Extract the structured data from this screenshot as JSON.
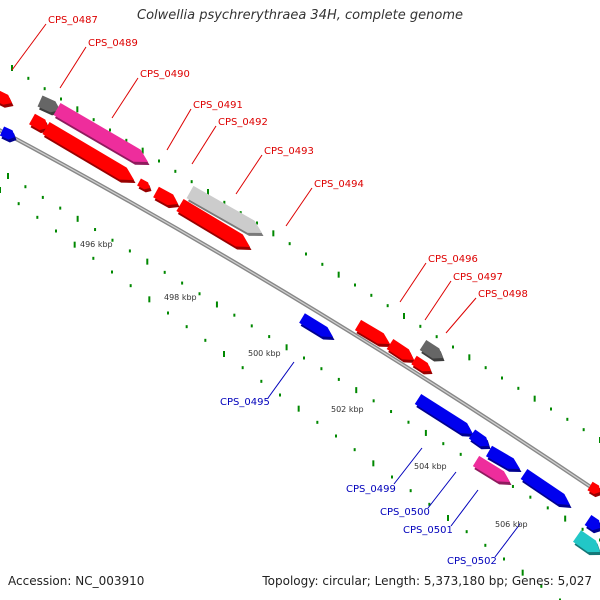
{
  "title": "Colwellia psychrerythraea 34H, complete genome",
  "footer": {
    "accession": "Accession: NC_003910",
    "summary": "Topology: circular; Length: 5,373,180 bp; Genes: 5,027"
  },
  "colors": {
    "forward_red": "#ff0000",
    "reverse_blue": "#0000ee",
    "pink": "#ee2d9c",
    "gray": "#666666",
    "light_gray": "#cccccc",
    "cyan": "#22c7c7",
    "backbone": "#888888",
    "tick_green": "#008800",
    "label_red": "#dd0000",
    "label_blue": "#0000bb"
  },
  "kbp_ticks": [
    "496 kbp",
    "498 kbp",
    "500 kbp",
    "502 kbp",
    "504 kbp",
    "506 kbp"
  ],
  "gene_labels": [
    {
      "text": "CPS_0487",
      "strand": "forward"
    },
    {
      "text": "CPS_0489",
      "strand": "forward"
    },
    {
      "text": "CPS_0490",
      "strand": "forward"
    },
    {
      "text": "CPS_0491",
      "strand": "forward"
    },
    {
      "text": "CPS_0492",
      "strand": "forward"
    },
    {
      "text": "CPS_0493",
      "strand": "forward"
    },
    {
      "text": "CPS_0494",
      "strand": "forward"
    },
    {
      "text": "CPS_0496",
      "strand": "forward"
    },
    {
      "text": "CPS_0497",
      "strand": "forward"
    },
    {
      "text": "CPS_0498",
      "strand": "forward"
    },
    {
      "text": "CPS_0495",
      "strand": "reverse"
    },
    {
      "text": "CPS_0499",
      "strand": "reverse"
    },
    {
      "text": "CPS_0500",
      "strand": "reverse"
    },
    {
      "text": "CPS_0501",
      "strand": "reverse"
    },
    {
      "text": "CPS_0502",
      "strand": "reverse"
    }
  ],
  "genes": [
    {
      "id": "g-unlabeled-left",
      "color": "forward_red"
    },
    {
      "id": "g-unlabeled-blue",
      "color": "reverse_blue"
    },
    {
      "id": "g-0487",
      "color": "gray"
    },
    {
      "id": "g-0489",
      "color": "pink"
    },
    {
      "id": "g-0488",
      "color": "forward_red"
    },
    {
      "id": "g-0490",
      "color": "forward_red"
    },
    {
      "id": "g-0491",
      "color": "forward_red"
    },
    {
      "id": "g-0492",
      "color": "forward_red"
    },
    {
      "id": "g-0493",
      "color": "light_gray"
    },
    {
      "id": "g-0494",
      "color": "forward_red"
    },
    {
      "id": "g-0495",
      "color": "reverse_blue"
    },
    {
      "id": "g-0496",
      "color": "forward_red"
    },
    {
      "id": "g-0497",
      "color": "forward_red"
    },
    {
      "id": "g-0497b",
      "color": "forward_red"
    },
    {
      "id": "g-0498",
      "color": "gray"
    },
    {
      "id": "g-0499",
      "color": "reverse_blue"
    },
    {
      "id": "g-0500",
      "color": "reverse_blue"
    },
    {
      "id": "g-0500b",
      "color": "reverse_blue"
    },
    {
      "id": "g-0501",
      "color": "pink"
    },
    {
      "id": "g-0502",
      "color": "reverse_blue"
    },
    {
      "id": "g-right-red",
      "color": "forward_red"
    },
    {
      "id": "g-right-blue",
      "color": "reverse_blue"
    },
    {
      "id": "g-cyan",
      "color": "cyan"
    }
  ]
}
